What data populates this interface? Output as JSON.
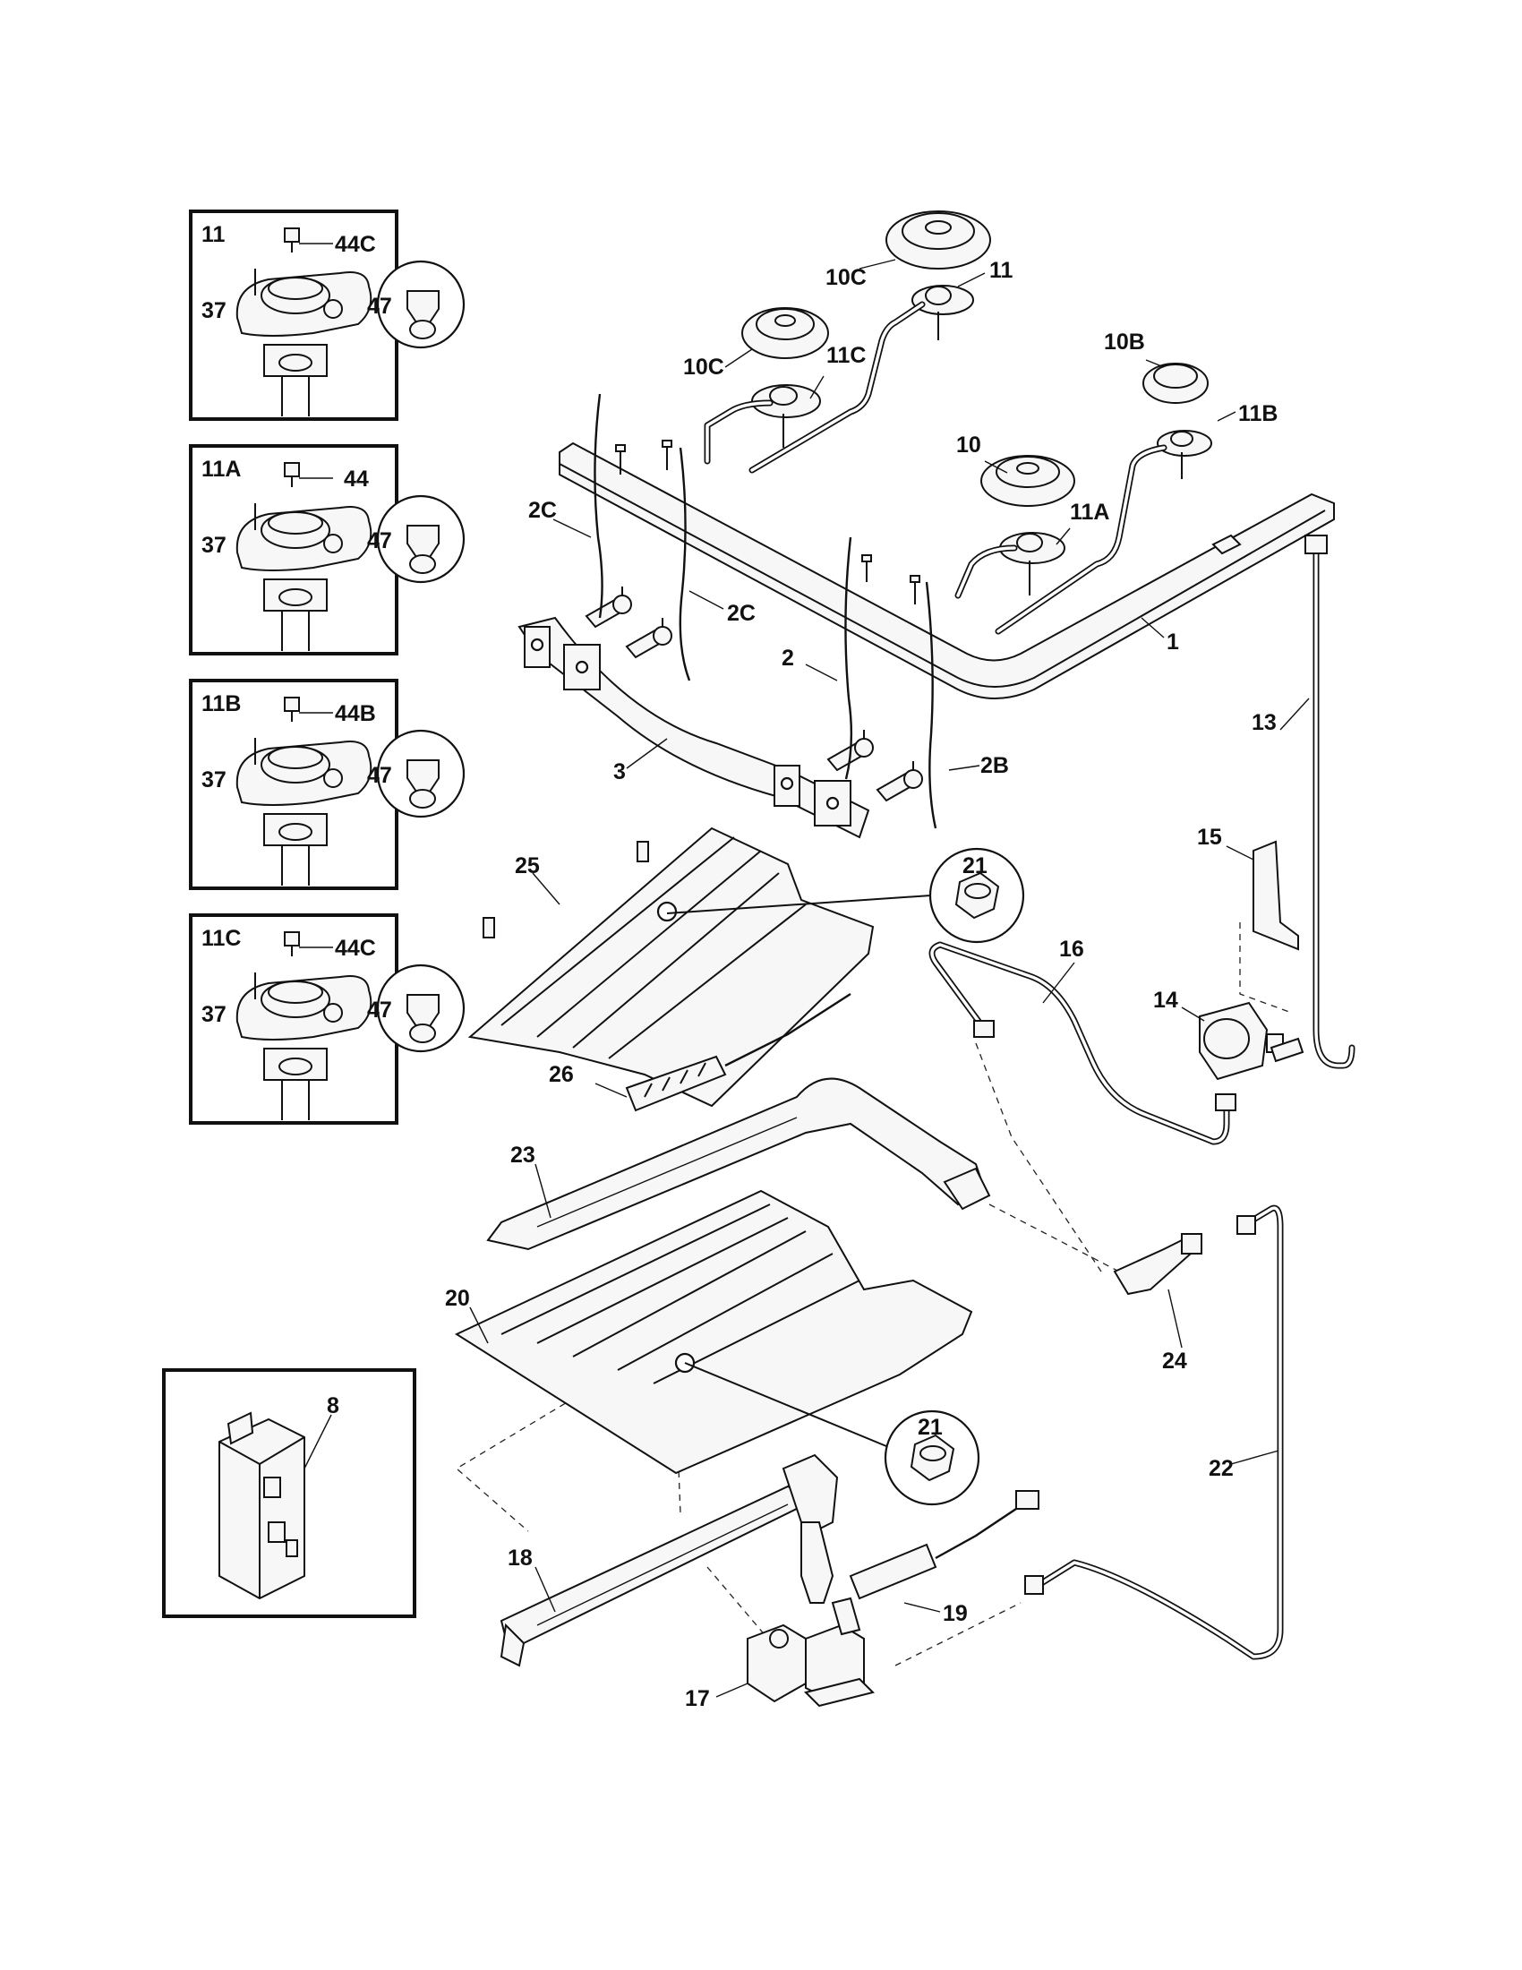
{
  "inset_boxes": [
    {
      "title": "11",
      "screw_label": "44C",
      "side_label": "37",
      "orifice_label": "47"
    },
    {
      "title": "11A",
      "screw_label": "44",
      "side_label": "37",
      "orifice_label": "47"
    },
    {
      "title": "11B",
      "screw_label": "44B",
      "side_label": "37",
      "orifice_label": "47"
    },
    {
      "title": "11C",
      "screw_label": "44C",
      "side_label": "37",
      "orifice_label": "47"
    }
  ],
  "ignition_box_label": "8",
  "callouts": {
    "c10C_top": "10C",
    "c11_top": "11",
    "c10C_left": "10C",
    "c11C": "11C",
    "c10B": "10B",
    "c11B": "11B",
    "c10": "10",
    "c11A": "11A",
    "c2C_left": "2C",
    "c2C_right": "2C",
    "c1": "1",
    "c13": "13",
    "c2": "2",
    "c2B": "2B",
    "c3": "3",
    "c15": "15",
    "c25": "25",
    "c21_top": "21",
    "c16": "16",
    "c14": "14",
    "c26": "26",
    "c23": "23",
    "c24": "24",
    "c20": "20",
    "c21_bottom": "21",
    "c22": "22",
    "c18": "18",
    "c19": "19",
    "c17": "17"
  }
}
